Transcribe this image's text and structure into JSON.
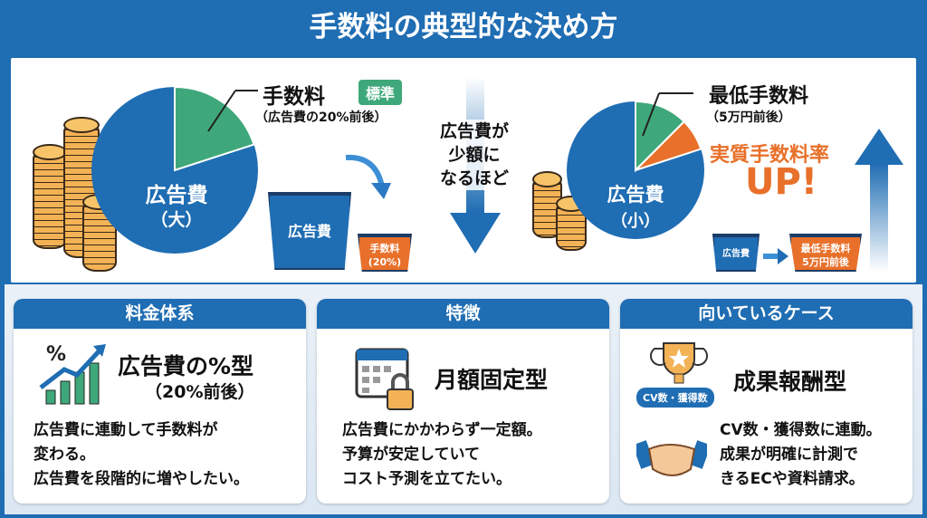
{
  "title": "手数料の典型的な決め方",
  "left_scene": {
    "pie_center_label": "広告費",
    "pie_center_sub": "（大）",
    "fee_label": "手数料",
    "fee_sub": "（広告費の20%前後）",
    "badge": "標準",
    "fee_share_percent": 20,
    "bucket_big": "広告費",
    "bucket_small_line1": "手数料",
    "bucket_small_line2": "(20%)"
  },
  "middle_arrow": {
    "line1": "広告費が",
    "line2": "少額に",
    "line3": "なるほど"
  },
  "right_scene": {
    "pie_center_label": "広告費",
    "pie_center_sub": "（小）",
    "fee_label": "最低手数料",
    "fee_sub": "（5万円前後）",
    "rate_label": "実質手数料率",
    "up_label": "UP!",
    "bucket_big": "広告費",
    "bucket_small_line1": "最低手数料",
    "bucket_small_line2": "5万円前後"
  },
  "cards": [
    {
      "header": "料金体系",
      "title": "広告費の%型",
      "subtitle": "（20%前後）",
      "icon_text": "%",
      "text": "広告費に連動して手数料が\n変わる。\n広告費を段階的に増やしたい。"
    },
    {
      "header": "特徴",
      "title": "月額固定型",
      "text": "広告費にかかわらず一定額。\n予算が安定していて\nコスト予測を立てたい。"
    },
    {
      "header": "向いているケース",
      "title": "成果報酬型",
      "badge": "CV数・獲得数",
      "text": "CV数・獲得数に連動。\n成果が明確に計測で\nきるECや資料請求。"
    }
  ],
  "colors": {
    "blue": "#1f6db3",
    "green": "#3fa87a",
    "orange": "#e8702a"
  }
}
